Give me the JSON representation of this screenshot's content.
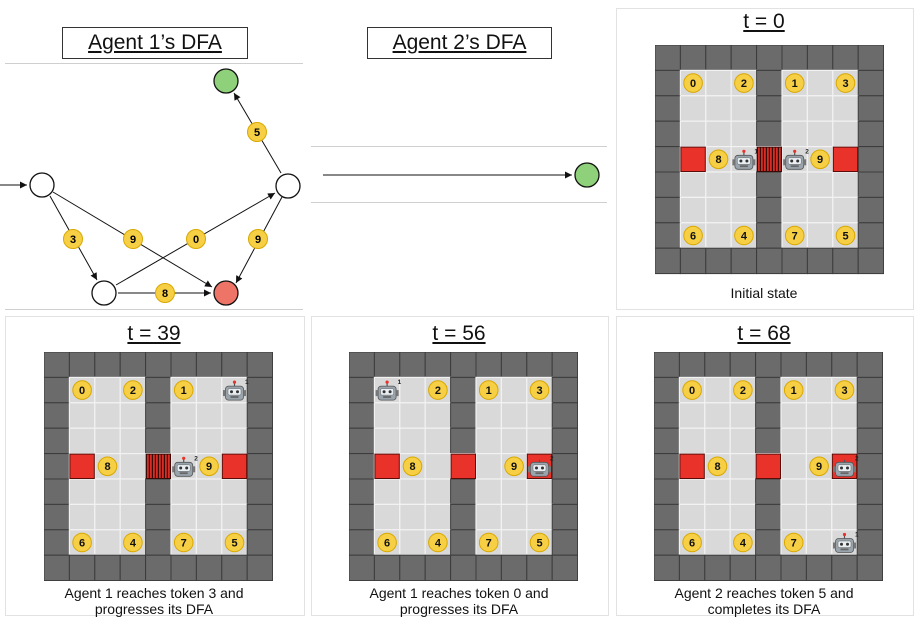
{
  "agent1_title": "Agent 1’s DFA",
  "agent2_title": "Agent 2’s DFA",
  "colors": {
    "wall": "#6b6b6b",
    "floor": "#d9d9d9",
    "door": "#e8322a",
    "token": "#f6cf45",
    "token_border": "#d8a800",
    "accept": "#8fd17a",
    "reject": "#ee7468"
  },
  "dfa1": {
    "edge_labels": [
      "5",
      "3",
      "9",
      "0",
      "9",
      "8"
    ]
  },
  "robot_labels": {
    "agent1": "1",
    "agent2": "2"
  },
  "panels": [
    {
      "time": "t = 0",
      "caption_lines": [
        "Initial state"
      ],
      "tokens": [
        "0",
        "2",
        "1",
        "3",
        "8",
        "9",
        "6",
        "4",
        "7",
        "5"
      ],
      "doors": {
        "left": true,
        "right": true,
        "middle": "gate"
      }
    },
    {
      "time": "t = 39",
      "caption_lines": [
        "Agent 1 reaches token 3 and",
        "progresses its DFA"
      ],
      "tokens": [
        "0",
        "2",
        "1",
        "8",
        "9",
        "6",
        "4",
        "7",
        "5"
      ],
      "doors": {
        "left": true,
        "right": true,
        "middle": "gate"
      }
    },
    {
      "time": "t = 56",
      "caption_lines": [
        "Agent 1 reaches token 0 and",
        "progresses its DFA"
      ],
      "tokens": [
        "2",
        "1",
        "3",
        "8",
        "9",
        "6",
        "4",
        "7",
        "5"
      ],
      "doors": {
        "left": true,
        "right": true,
        "middle": "door"
      }
    },
    {
      "time": "t = 68",
      "caption_lines": [
        "Agent 2 reaches token 5 and",
        "completes its DFA"
      ],
      "tokens": [
        "0",
        "2",
        "1",
        "3",
        "8",
        "9",
        "6",
        "4",
        "7"
      ],
      "doors": {
        "left": true,
        "right": true,
        "middle": "door"
      }
    }
  ]
}
